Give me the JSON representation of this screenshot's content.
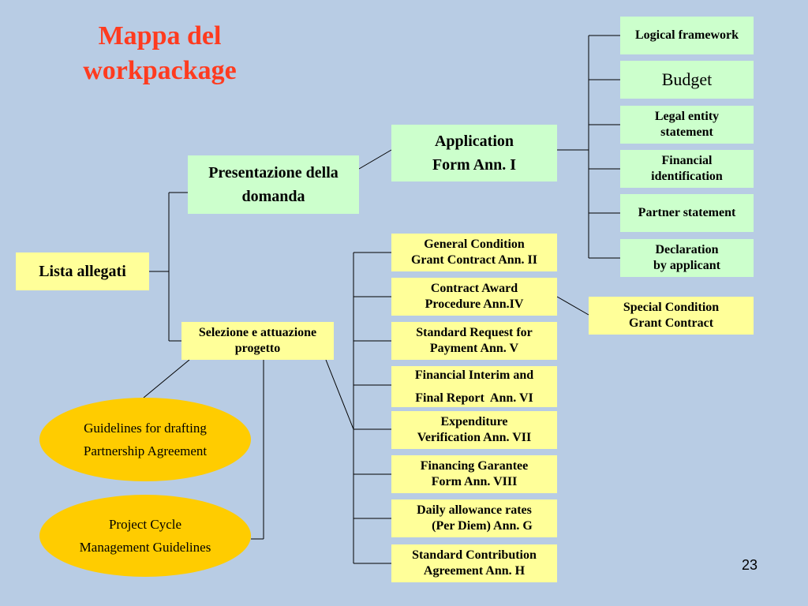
{
  "title": [
    "Mappa del",
    "workpackage"
  ],
  "root": {
    "label": [
      "Lista allegati"
    ]
  },
  "presentazione": {
    "label": [
      "Presentazione della",
      "domanda"
    ]
  },
  "selezione": {
    "label": [
      "Selezione e attuazione",
      "progetto"
    ]
  },
  "application_form": {
    "label": [
      "Application",
      "Form Ann. I"
    ]
  },
  "application_children": [
    {
      "label": [
        "Logical framework"
      ]
    },
    {
      "label": [
        "Budget"
      ]
    },
    {
      "label": [
        "Legal entity",
        "statement"
      ]
    },
    {
      "label": [
        "Financial",
        "identification"
      ]
    },
    {
      "label": [
        "Partner statement"
      ]
    },
    {
      "label": [
        "Declaration",
        "by applicant"
      ]
    }
  ],
  "selezione_children": [
    {
      "label": [
        "General Condition",
        "Grant Contract Ann. II"
      ]
    },
    {
      "label": [
        "Contract Award",
        "Procedure Ann.IV"
      ]
    },
    {
      "label": [
        "Standard Request for",
        "Payment Ann. V"
      ]
    },
    {
      "label": [
        "Financial Interim and",
        "Final Report  Ann. VI"
      ]
    },
    {
      "label": [
        "Expenditure",
        "Verification Ann. VII"
      ]
    },
    {
      "label": [
        "Financing Garantee",
        "Form Ann. VIII"
      ]
    },
    {
      "label": [
        "Daily allowance rates",
        "     (Per Diem) Ann. G"
      ]
    },
    {
      "label": [
        "Standard Contribution",
        "Agreement Ann. H"
      ]
    }
  ],
  "special_condition": {
    "label": [
      "Special Condition",
      "Grant Contract"
    ]
  },
  "guidelines": [
    {
      "label": [
        "Guidelines for drafting",
        "Partnership Agreement"
      ]
    },
    {
      "label": [
        "Project Cycle",
        "Management Guidelines"
      ]
    }
  ],
  "page_number": "23",
  "colors": {
    "background": "#b8cce4",
    "title": "#ff3b1f",
    "green_box": "#ccffcc",
    "yellow_box": "#ffff99",
    "oval": "#ffcc00"
  }
}
